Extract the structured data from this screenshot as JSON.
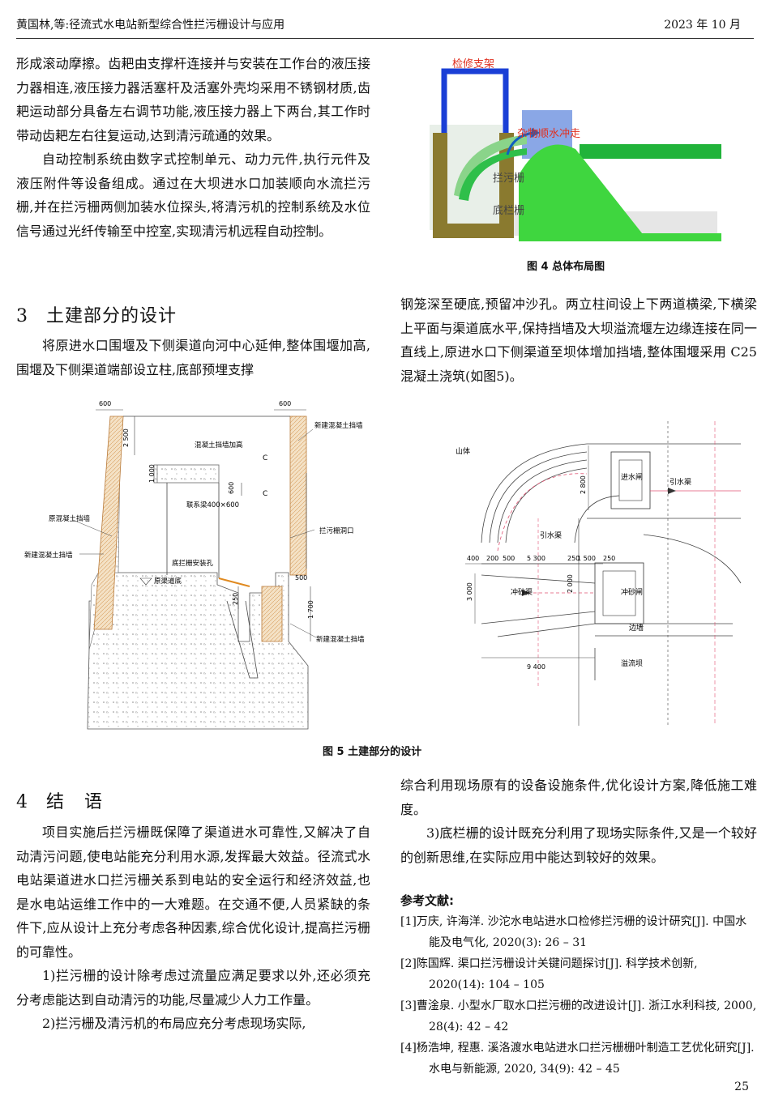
{
  "header": {
    "left": "黄国林,等:径流式水电站新型综合性拦污栅设计与应用",
    "right": "2023 年 10 月"
  },
  "col1_top": [
    "形成滚动摩擦。齿耙由支撑杆连接并与安装在工作台的液压接力器相连,液压接力器活塞杆及活塞外壳均采用不锈钢材质,齿耙运动部分具备左右调节功能,液压接力器上下两台,其工作时带动齿耙左右往复运动,达到清污疏通的效果。",
    "自动控制系统由数字式控制单元、动力元件,执行元件及液压附件等设备组成。通过在大坝进水口加装顺向水流拦污栅,并在拦污栅两侧加装水位探头,将清污机的控制系统及水位信号通过光纤传输至中控室,实现清污机远程自动控制。"
  ],
  "section3": {
    "num": "3",
    "title": "土建部分的设计"
  },
  "col1_s3": "将原进水口围堰及下侧渠道向河中心延伸,整体围堰加高,围堰及下侧渠道端部设立柱,底部预埋支撑",
  "col2_s3": "钢笼深至硬底,预留冲沙孔。两立柱间设上下两道横梁,下横梁上平面与渠道底水平,保持挡墙及大坝溢流堰左边缘连接在同一直线上,原进水口下侧渠道至坝体增加挡墙,整体围堰采用 C25 混凝土浇筑(如图5)。",
  "fig4": {
    "caption": "图 4   总体布局图",
    "labels": {
      "repair": "检修支架",
      "flow": "杂物顺水冲走",
      "rack": "拦污栅",
      "bottom": "底栏栅"
    }
  },
  "fig5": {
    "caption": "图 5   土建部分的设计",
    "left": {
      "dims": [
        "600",
        "600",
        "2 500",
        "1 000",
        "600",
        "500",
        "250",
        "1 700"
      ],
      "labels": [
        "混凝土挡墙加高",
        "联系梁400×600",
        "原混凝土挡墙",
        "新建混凝土挡墙",
        "新建混凝土挡墙",
        "拦污栅洞口",
        "底拦栅安装孔",
        "原渠道底",
        "新建混凝土挡墙",
        "C",
        "C"
      ]
    },
    "right": {
      "labels": [
        "山体",
        "进水闸",
        "引水渠",
        "引水渠",
        "冲砂渠",
        "冲砂闸",
        "边墙",
        "溢流坝"
      ],
      "dims": [
        "2 800",
        "400",
        "200",
        "500",
        "5 300",
        "250",
        "1 500",
        "250",
        "3 000",
        "2 000",
        "9 400"
      ]
    }
  },
  "section4": {
    "num": "4",
    "title": "结   语"
  },
  "col1_s4": [
    "项目实施后拦污栅既保障了渠道进水可靠性,又解决了自动清污问题,使电站能充分利用水源,发挥最大效益。径流式水电站渠道进水口拦污栅关系到电站的安全运行和经济效益,也是水电站运维工作中的一大难题。在交通不便,人员紧缺的条件下,应从设计上充分考虑各种因素,综合优化设计,提高拦污栅的可靠性。",
    "1)拦污栅的设计除考虑过流量应满足要求以外,还必须充分考虑能达到自动清污的功能,尽量减少人力工作量。",
    "2)拦污栅及清污机的布局应充分考虑现场实际,"
  ],
  "col2_s4": [
    "综合利用现场原有的设备设施条件,优化设计方案,降低施工难度。",
    "3)底栏栅的设计既充分利用了现场实际条件,又是一个较好的创新思维,在实际应用中能达到较好的效果。"
  ],
  "references": {
    "title": "参考文献:",
    "items": [
      "[1]万庆, 许海洋. 沙沱水电站进水口检修拦污栅的设计研究[J]. 中国水能及电气化, 2020(3): 26 – 31",
      "[2]陈国辉. 渠口拦污栅设计关键问题探讨[J]. 科学技术创新, 2020(14): 104 – 105",
      "[3]曹淦泉. 小型水厂取水口拦污栅的改进设计[J]. 浙江水利科技, 2000, 28(4): 42 – 42",
      "[4]杨浩坤, 程惠. 溪洛渡水电站进水口拦污栅栅叶制造工艺优化研究[J]. 水电与新能源, 2020, 34(9): 42 – 45"
    ]
  },
  "page_number": "25"
}
